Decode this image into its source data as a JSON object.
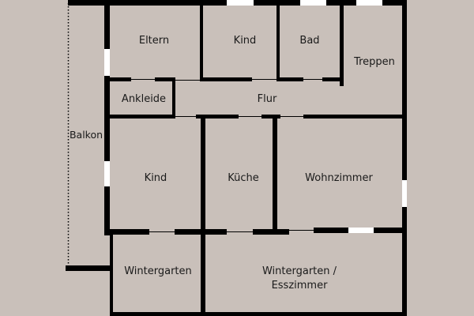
{
  "colors": {
    "background": "#c9c0ba",
    "wall": "#000000",
    "window": "#ffffff",
    "text": "#1a1a1a"
  },
  "rooms": {
    "eltern": "Eltern",
    "kind_top": "Kind",
    "bad": "Bad",
    "treppen": "Treppen",
    "ankleide": "Ankleide",
    "flur": "Flur",
    "balkon": "Balkon",
    "kind_mid": "Kind",
    "kueche": "Küche",
    "wohnzimmer": "Wohnzimmer",
    "wintergarten_left": "Wintergarten",
    "wintergarten_right_line1": "Wintergarten /",
    "wintergarten_right_line2": "Esszimmer"
  }
}
